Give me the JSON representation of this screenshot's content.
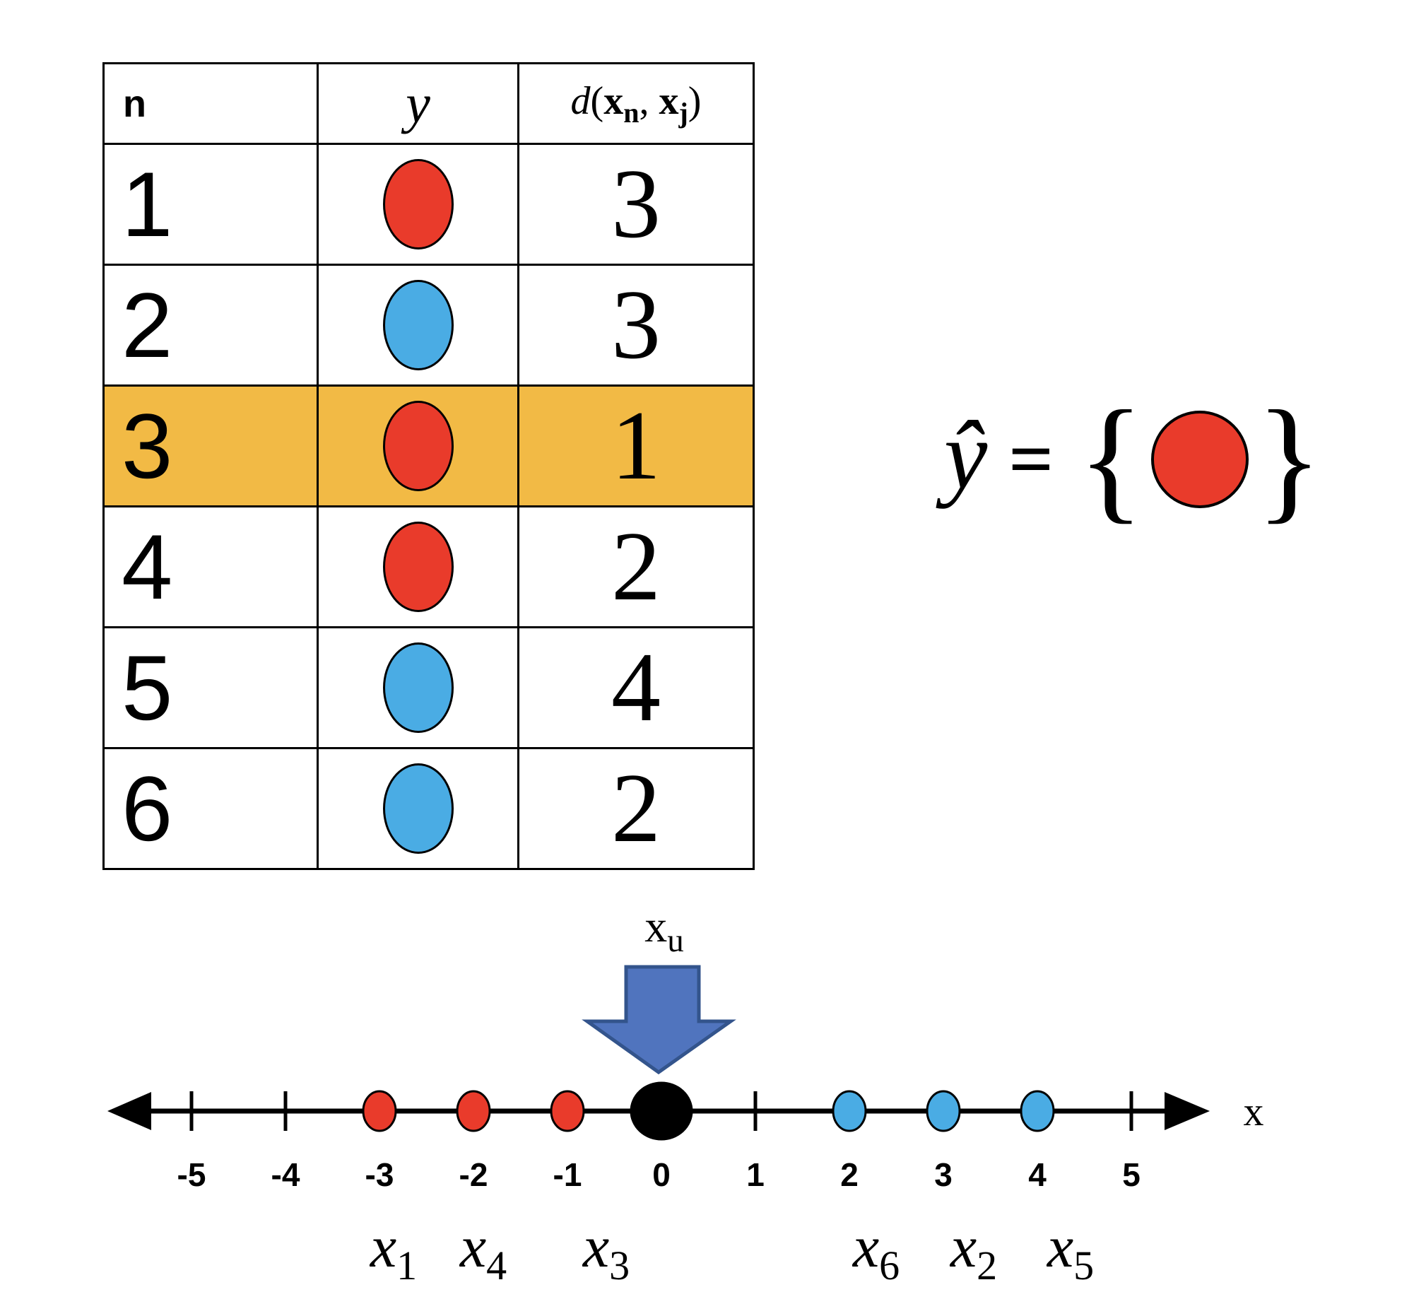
{
  "colors": {
    "red": "#E93B2B",
    "blue": "#4AACE4",
    "highlight": "#F2BA45",
    "arrow-fill": "#5074BE",
    "arrow-edge": "#33548C"
  },
  "table": {
    "headers": {
      "n": "n",
      "y": "y",
      "d": {
        "d": "d",
        "open": "(",
        "x1": "x",
        "sub1": "n",
        "comma": ", ",
        "x2": "x",
        "sub2": "j",
        "close": ")"
      }
    },
    "rows": [
      {
        "n": "1",
        "y": "red",
        "d": "3"
      },
      {
        "n": "2",
        "y": "blue",
        "d": "3"
      },
      {
        "n": "3",
        "y": "red",
        "d": "1",
        "highlighted": true
      },
      {
        "n": "4",
        "y": "red",
        "d": "2"
      },
      {
        "n": "5",
        "y": "blue",
        "d": "4"
      },
      {
        "n": "6",
        "y": "blue",
        "d": "2"
      }
    ]
  },
  "equation": {
    "yhat": "ŷ",
    "equals": "=",
    "open_brace": "{",
    "close_brace": "}",
    "result_class": "red"
  },
  "numberline": {
    "axis_label": "x",
    "query": {
      "base": "x",
      "sub": "u",
      "value": 0
    },
    "ticks": [
      "-5",
      "-4",
      "-3",
      "-2",
      "-1",
      "0",
      "1",
      "2",
      "3",
      "4",
      "5"
    ],
    "points": [
      {
        "value": -3,
        "class": "red",
        "label_base": "x",
        "label_sub": "1"
      },
      {
        "value": -2,
        "class": "red",
        "label_base": "x",
        "label_sub": "4"
      },
      {
        "value": -1,
        "class": "red",
        "label_base": "x",
        "label_sub": "3"
      },
      {
        "value": 0,
        "class": "black"
      },
      {
        "value": 2,
        "class": "blue",
        "label_base": "x",
        "label_sub": "6"
      },
      {
        "value": 3,
        "class": "blue",
        "label_base": "x",
        "label_sub": "2"
      },
      {
        "value": 4,
        "class": "blue",
        "label_base": "x",
        "label_sub": "5"
      }
    ]
  }
}
